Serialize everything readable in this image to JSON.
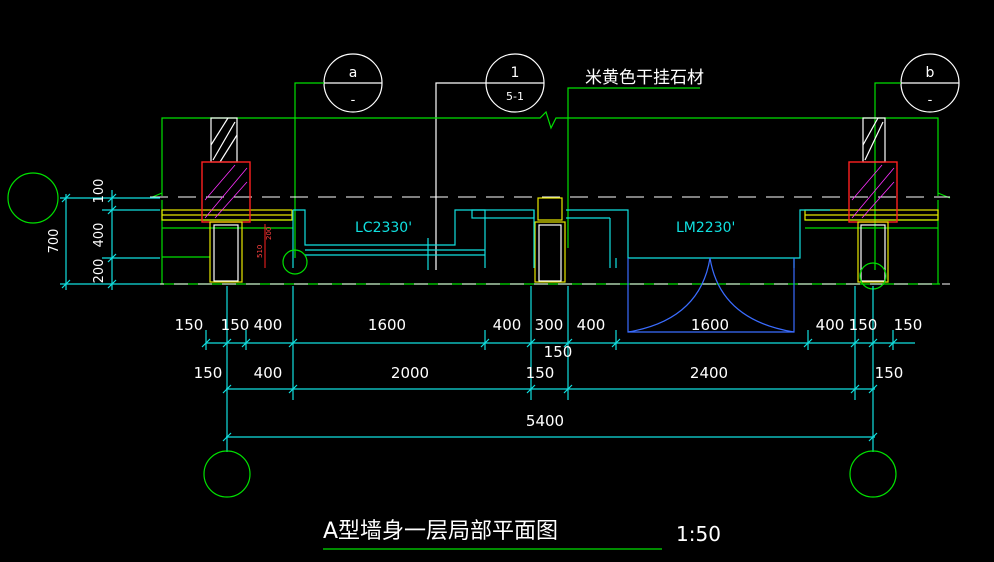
{
  "callouts": {
    "a": {
      "top": "a",
      "bottom": "-"
    },
    "one": {
      "top": "1",
      "bottom": "5-1"
    },
    "b": {
      "top": "b",
      "bottom": "-"
    }
  },
  "material_note": "米黄色干挂石材",
  "window_label": "LC2330'",
  "door_label": "LM2230'",
  "left_dims": {
    "d100": "100",
    "d400": "400",
    "d200": "200",
    "d700": "700"
  },
  "small_dims": {
    "d200": "200",
    "d510": "510"
  },
  "dim_row1": [
    "150",
    "150",
    "400",
    "1600",
    "400",
    "300",
    "400",
    "1600",
    "400",
    "150",
    "150"
  ],
  "dim_row1_mid": "150",
  "dim_row2": [
    "150",
    "400",
    "2000",
    "150",
    "2400",
    "150"
  ],
  "dim_total": "5400",
  "title": "A型墙身一层局部平面图",
  "scale": "1:50",
  "colors": {
    "green": "#00e000",
    "cyan": "#10e0e0",
    "yellow": "#e8e800",
    "red": "#ff2020",
    "magenta": "#ff30ff",
    "blue": "#3a6cff"
  }
}
